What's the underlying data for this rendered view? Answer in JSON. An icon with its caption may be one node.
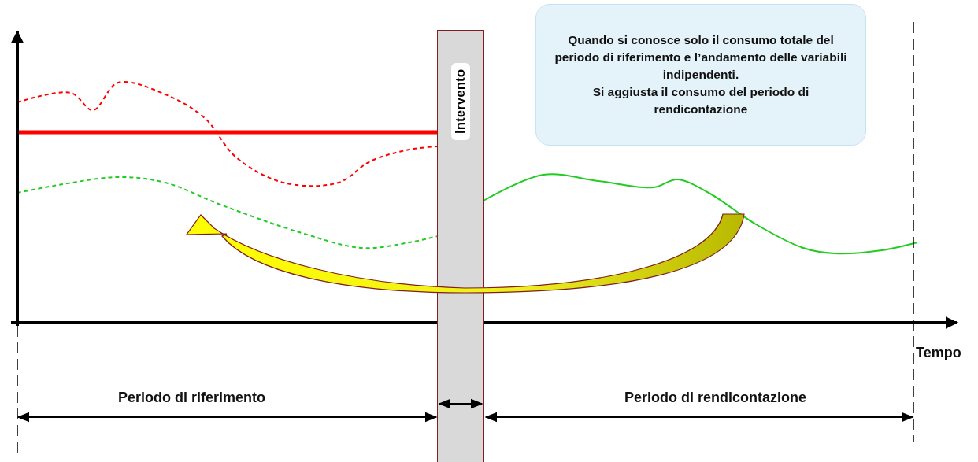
{
  "diagram": {
    "nodes": [
      {
        "text": [
          "Quando si conosce solo il consumo totale del periodo di riferimento e l’andamento delle variabili indipendenti.",
          "Si aggiusta il consumo del periodo di rendicontazione"
        ]
      },
      {
        "text": [
          "Intervento"
        ]
      }
    ],
    "labels": [
      "Tempo",
      "Periodo di riferimento",
      "Periodo di rendicontazione"
    ]
  }
}
